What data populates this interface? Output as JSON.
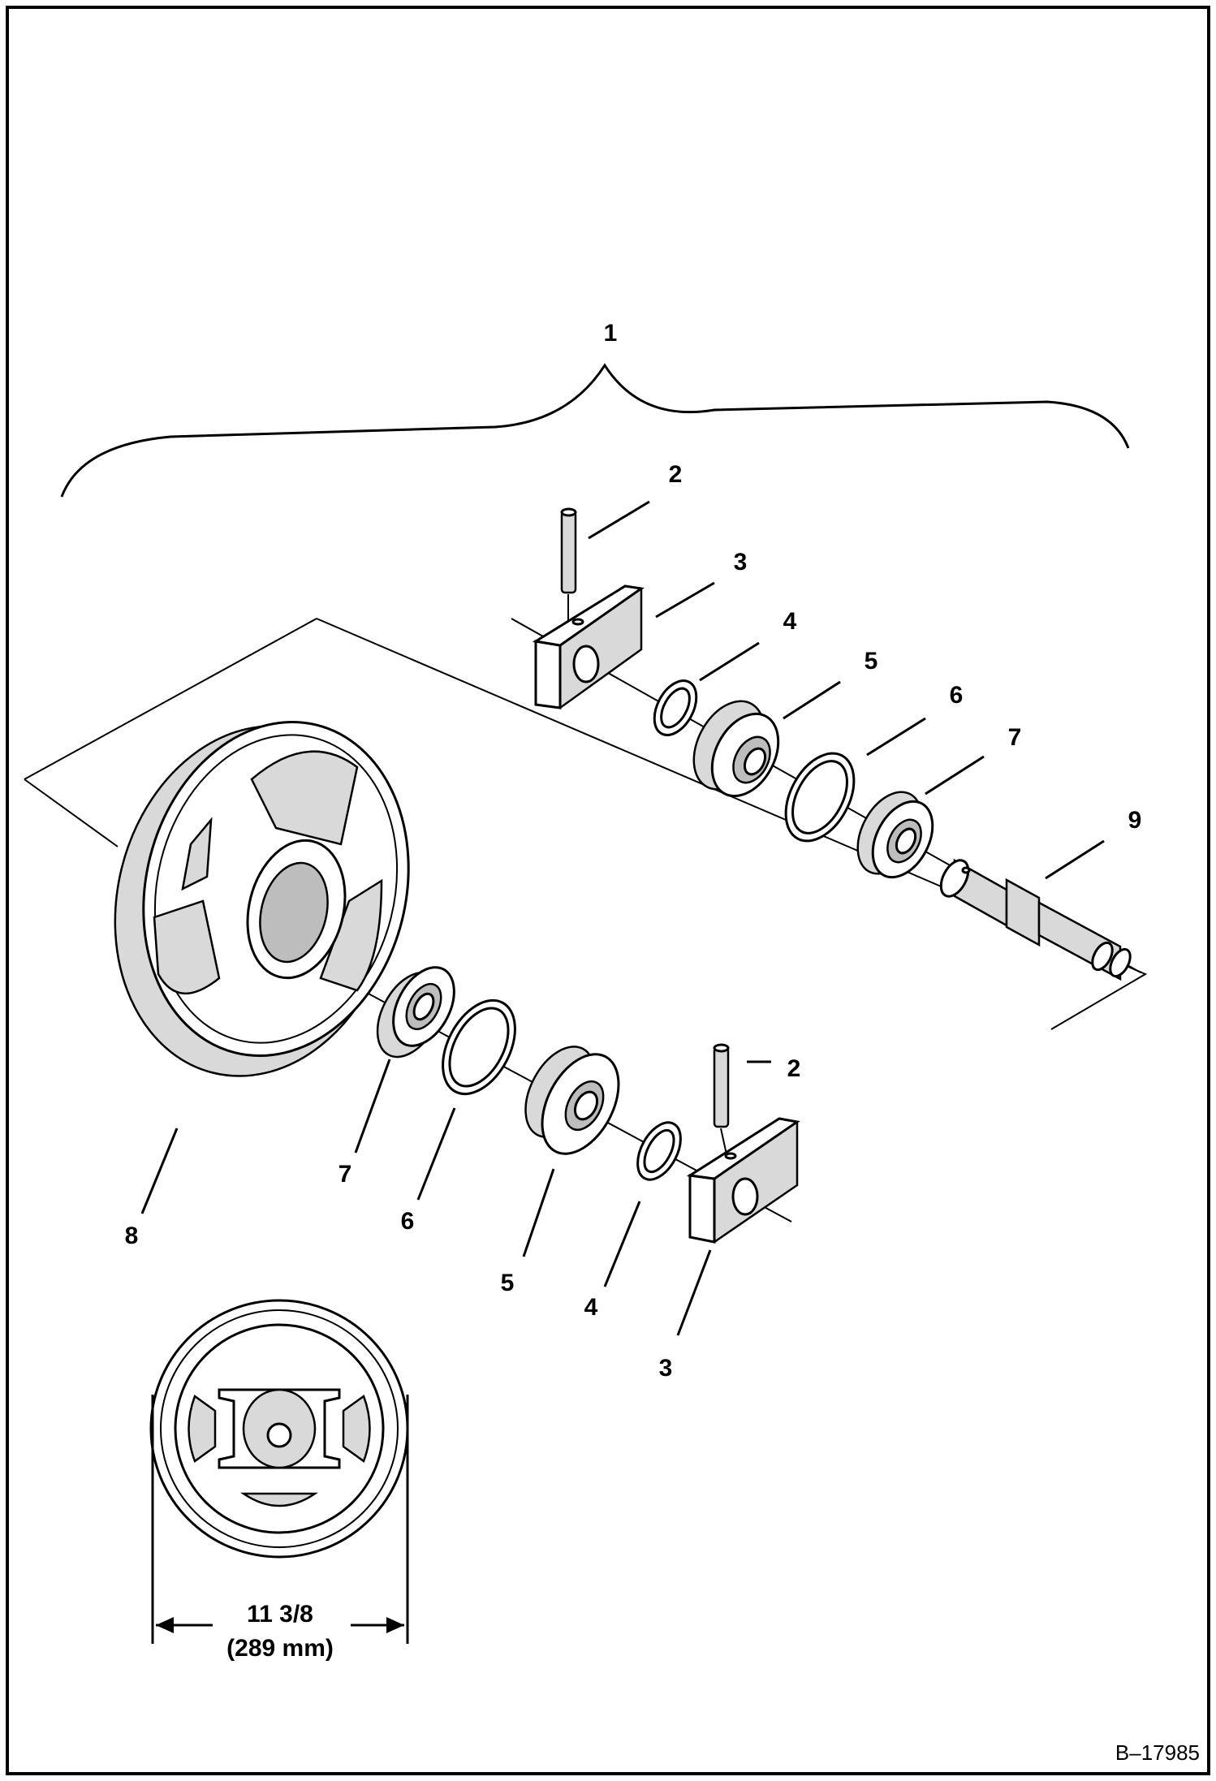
{
  "callouts": [
    {
      "key": "c1",
      "text": "1"
    },
    {
      "key": "c2a",
      "text": "2"
    },
    {
      "key": "c3a",
      "text": "3"
    },
    {
      "key": "c4a",
      "text": "4"
    },
    {
      "key": "c5a",
      "text": "5"
    },
    {
      "key": "c6a",
      "text": "6"
    },
    {
      "key": "c7a",
      "text": "7"
    },
    {
      "key": "c9",
      "text": "9"
    },
    {
      "key": "c2b",
      "text": "2"
    },
    {
      "key": "c7b",
      "text": "7"
    },
    {
      "key": "c6b",
      "text": "6"
    },
    {
      "key": "c8",
      "text": "8"
    },
    {
      "key": "c5b",
      "text": "5"
    },
    {
      "key": "c4b",
      "text": "4"
    },
    {
      "key": "c3b",
      "text": "3"
    }
  ],
  "dimension": {
    "imperial": "11 3/8",
    "metric": "(289 mm)"
  },
  "figure_code": "B–17985"
}
